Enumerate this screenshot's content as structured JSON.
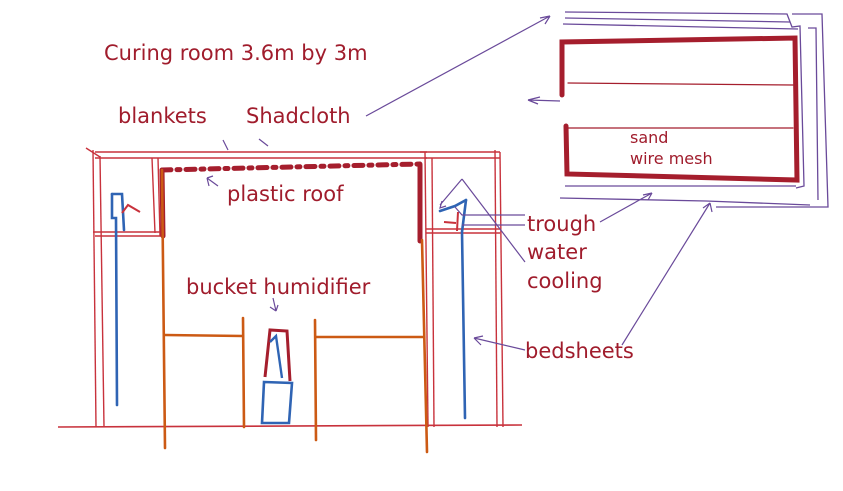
{
  "title": "Curing room  3.6m by 3m",
  "labels": {
    "blankets": "blankets",
    "shadcloth": "Shadcloth",
    "plastic_roof": "plastic roof",
    "trough": "trough",
    "water": "water",
    "cooling": "cooling",
    "bucket_humidifier": "bucket humidifier",
    "bedsheets": "bedsheets",
    "sand": "sand",
    "wire_mesh": "wire mesh"
  },
  "colors": {
    "text": "#a01c2c",
    "frame": "#c8323c",
    "roof": "#a51e2d",
    "water_line": "#2f64b4",
    "stand": "#cc5a14",
    "arrow": "#6a4a9a"
  }
}
